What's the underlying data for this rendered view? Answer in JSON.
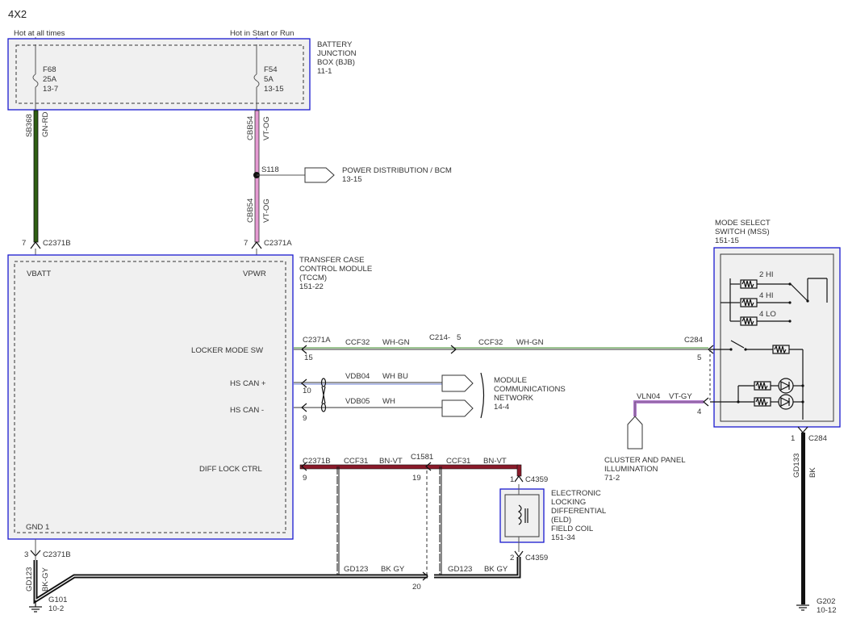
{
  "title": "4X2",
  "colors": {
    "box_border": "#1a1ad0",
    "box_fill": "#f0f0f0",
    "wire_green": "#2e5e12",
    "wire_pink": "#e59ad2",
    "wire_red": "#8a1a2a",
    "wire_black": "#111111",
    "wire_purple": "#b47ccf"
  },
  "bjb": {
    "label_line1": "BATTERY",
    "label_line2": "JUNCTION",
    "label_line3": "BOX (BJB)",
    "label_ref": "11-1",
    "feed_left": "Hot at all times",
    "feed_right": "Hot in Start or Run",
    "fuse_left": {
      "name": "F68",
      "rating": "25A",
      "ref": "13-7"
    },
    "fuse_right": {
      "name": "F54",
      "rating": "5A",
      "ref": "13-15"
    }
  },
  "wires": {
    "sb368_circuit": "SB368",
    "sb368_color": "GN-RD",
    "cbb54_circuit_top": "CBB54",
    "cbb54_color_top": "VT-OG",
    "cbb54_circuit_bottom": "CBB54",
    "cbb54_color_bottom": "VT-OG",
    "splice": "S118",
    "ccf32_circuit_1": "CCF32",
    "ccf32_color_1": "WH-GN",
    "ccf32_circuit_2": "CCF32",
    "ccf32_color_2": "WH-GN",
    "vdb04_circuit": "VDB04",
    "vdb04_color": "WH BU",
    "vdb05_circuit": "VDB05",
    "vdb05_color": "WH",
    "ccf31_circuit_1": "CCF31",
    "ccf31_color_1": "BN-VT",
    "ccf31_circuit_2": "CCF31",
    "ccf31_color_2": "BN-VT",
    "gd123_circuit_1": "GD123",
    "gd123_color_1": "BK GY",
    "gd123_circuit_2": "GD123",
    "gd123_color_2": "BK GY",
    "gd123_circuit_v": "GD123",
    "gd123_color_v": "BK-GY",
    "gd133_circuit": "GD133",
    "gd133_color": "BK",
    "vln04_circuit": "VLN04",
    "vln04_color": "VT-GY"
  },
  "power_dist": {
    "line1": "POWER DISTRIBUTION / BCM",
    "ref": "13-15"
  },
  "tccm": {
    "line1": "TRANSFER CASE",
    "line2": "CONTROL MODULE",
    "line3": "(TCCM)",
    "ref": "151-22",
    "pin_vbatt": "VBATT",
    "pin_vpwr": "VPWR",
    "pin_locker": "LOCKER MODE SW",
    "pin_hscan_p": "HS CAN +",
    "pin_hscan_m": "HS CAN -",
    "pin_diff": "DIFF LOCK CTRL",
    "pin_gnd": "GND 1"
  },
  "connectors": {
    "c2371b_top_pin": "7",
    "c2371b_top": "C2371B",
    "c2371a_top_pin": "7",
    "c2371a_top": "C2371A",
    "c2371a_locker": "C2371A",
    "c2371a_locker_pin": "15",
    "c214": "C214-",
    "c214_pin": "5",
    "c284_top": "C284",
    "c284_top_pin": "5",
    "c284_vln_pin": "4",
    "hscan_p_pin": "10",
    "hscan_m_pin": "9",
    "c2371b_diff": "C2371B",
    "c2371b_diff_pin": "9",
    "c1581": "C1581",
    "c1581_pin": "19",
    "c1581_bottom_pin": "20",
    "c4359_top": "C4359",
    "c4359_top_pin": "1",
    "c4359_bottom": "C4359",
    "c4359_bottom_pin": "2",
    "c2371b_gnd": "C2371B",
    "c2371b_gnd_pin": "3",
    "c284_bottom": "C284",
    "c284_bottom_pin": "1"
  },
  "network": {
    "line1": "MODULE",
    "line2": "COMMUNICATIONS",
    "line3": "NETWORK",
    "ref": "14-4"
  },
  "mss": {
    "line1": "MODE SELECT",
    "line2": "SWITCH (MSS)",
    "ref": "151-15",
    "pos_2hi": "2 HI",
    "pos_4hi": "4 HI",
    "pos_4lo": "4 LO"
  },
  "illum": {
    "line1": "CLUSTER AND PANEL",
    "line2": "ILLUMINATION",
    "ref": "71-2"
  },
  "eld": {
    "line1": "ELECTRONIC",
    "line2": "LOCKING",
    "line3": "DIFFERENTIAL",
    "line4": "(ELD)",
    "line5": "FIELD COIL",
    "ref": "151-34"
  },
  "grounds": {
    "g101": "G101",
    "g101_ref": "10-2",
    "g202": "G202",
    "g202_ref": "10-12"
  }
}
